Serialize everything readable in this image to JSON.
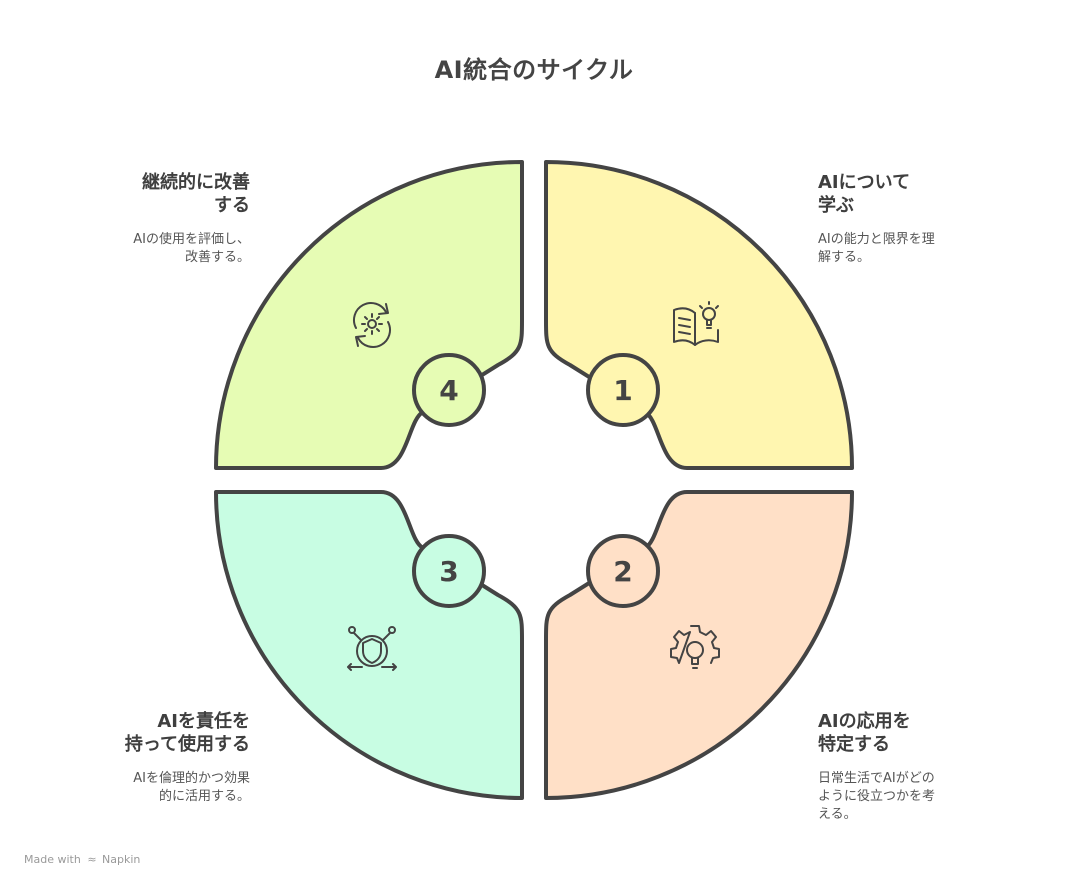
{
  "title": "AI統合のサイクル",
  "colors": {
    "stroke": "#444444",
    "step1_fill": "#fff6b0",
    "step2_fill": "#ffe0c7",
    "step3_fill": "#c8fde3",
    "step4_fill": "#e6fcb4",
    "center": "#ffffff"
  },
  "steps": [
    {
      "number": "1",
      "heading_line1": "AIについて",
      "heading_line2": "学ぶ",
      "desc_line1": "AIの能力と限界を理",
      "desc_line2": "解する。",
      "icon": "book-lightbulb-icon"
    },
    {
      "number": "2",
      "heading_line1": "AIの応用を",
      "heading_line2": "特定する",
      "desc_line1": "日常生活でAIがどの",
      "desc_line2": "ように役立つかを考",
      "desc_line3": "える。",
      "icon": "gear-bulb-icon"
    },
    {
      "number": "3",
      "heading_line1": "AIを責任を",
      "heading_line2": "持って使用する",
      "desc_line1": "AIを倫理的かつ効果",
      "desc_line2": "的に活用する。",
      "icon": "shield-network-icon"
    },
    {
      "number": "4",
      "heading_line1": "継続的に改善",
      "heading_line2": "する",
      "desc_line1": "AIの使用を評価し、",
      "desc_line2": "改善する。",
      "icon": "gear-refresh-icon"
    }
  ],
  "footer": {
    "made_with": "Made with",
    "brand": "Napkin"
  }
}
